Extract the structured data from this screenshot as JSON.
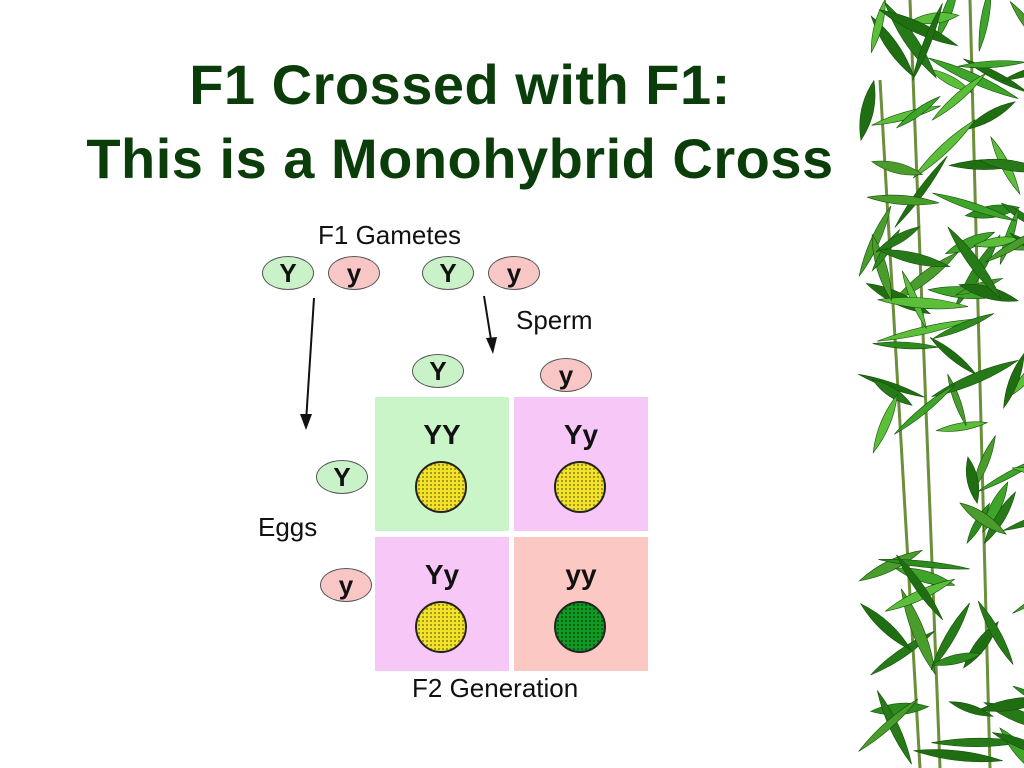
{
  "slide": {
    "title_line1": "F1 Crossed with F1:",
    "title_line2": "This is a Monohybrid Cross"
  },
  "diagram": {
    "gametes_label": "F1 Gametes",
    "sperm_label": "Sperm",
    "eggs_label": "Eggs",
    "f2_label": "F2 Generation",
    "f1_gametes": [
      "Y",
      "y",
      "Y",
      "y"
    ],
    "sperm_alleles": [
      "Y",
      "y"
    ],
    "egg_alleles": [
      "Y",
      "y"
    ],
    "punnett": [
      [
        {
          "genotype": "YY",
          "phenotype": "yellow"
        },
        {
          "genotype": "Yy",
          "phenotype": "yellow"
        }
      ],
      [
        {
          "genotype": "Yy",
          "phenotype": "yellow"
        },
        {
          "genotype": "yy",
          "phenotype": "green"
        }
      ]
    ]
  },
  "colors": {
    "title": "#0b3d0b",
    "dominant_allele": "#c9f2c9",
    "recessive_allele": "#f9c6c6",
    "cell_YY": "#c9f5c9",
    "cell_Yy": "#f7c8f7",
    "cell_yy": "#fbc8c4",
    "pea_yellow": "#f2e22a",
    "pea_green": "#0f9a24",
    "bamboo_leaf": "#2e8b1e"
  },
  "icons": {
    "decoration": "bamboo-leaves-icon",
    "arrow": "arrow-down-icon"
  }
}
